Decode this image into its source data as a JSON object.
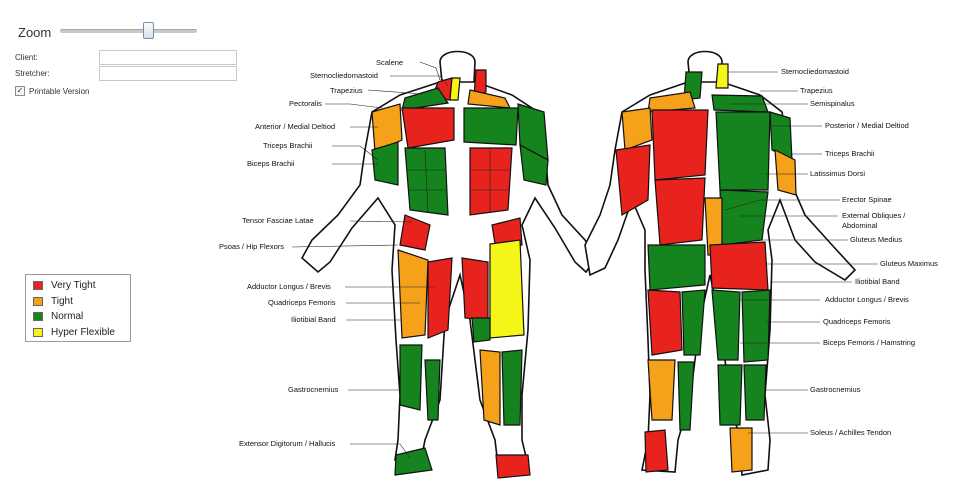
{
  "controls": {
    "zoom_label": "Zoom",
    "zoom_level": 0.66,
    "client_label": "Client:",
    "client_value": "",
    "stretcher_label": "Stretcher:",
    "stretcher_value": "",
    "printable_label": "Printable Version",
    "printable_checked": true
  },
  "legend": [
    {
      "label": "Very Tight",
      "color": "#e8231d"
    },
    {
      "label": "Tight",
      "color": "#f5a21a"
    },
    {
      "label": "Normal",
      "color": "#15831e"
    },
    {
      "label": "Hyper Flexible",
      "color": "#f5f518"
    }
  ],
  "front_labels": {
    "scalene": "Scalene",
    "sternocleidomastoid": "Sternocliedomastoid",
    "trapezius": "Trapezius",
    "pectoralis": "Pectoralis",
    "anterior_deltoid": "Anterior / Medial Deltiod",
    "triceps": "Triceps Brachii",
    "biceps": "Biceps Brachii",
    "tensor": "Tensor Fasciae Latae",
    "psoas": "Psoas / Hip Flexors",
    "adductor": "Adductor Longus / Brevis",
    "quadriceps": "Quadriceps Femoris",
    "iliotibial": "Iliotibial Band",
    "gastrocnemius": "Gastrocnemius",
    "extensor": "Extensor Digitorum / Hallucis"
  },
  "back_labels": {
    "sternocleidomastoid": "Sternocliedomastoid",
    "trapezius": "Trapezius",
    "semispinalus": "Semispinalus",
    "posterior_deltoid": "Posterior / Medial Deltiod",
    "triceps": "Triceps Brachii",
    "latissimus": "Latissimus Dorsi",
    "erector": "Erector Spinae",
    "obliques_1": "External Obliques /",
    "obliques_2": "Abdominal",
    "gluteus_medius": "Gluteus Medius",
    "gluteus_maximus": "Gluteus Maximus",
    "iliotibial": "Iliotibial Band",
    "adductor": "Adductor Longus / Brevis",
    "quadriceps": "Quadriceps Femoris",
    "biceps_femoris": "Biceps Femoris / Hamstring",
    "gastrocnemius": "Gastrocnemius",
    "soleus": "Soleus / Achilles Tendon"
  }
}
